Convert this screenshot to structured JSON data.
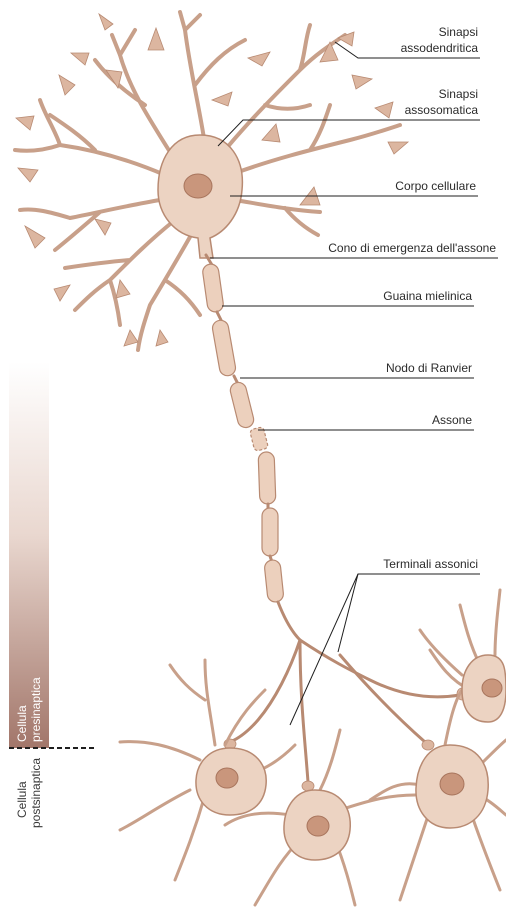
{
  "labels": {
    "sinapsi_assodendritica_1": "Sinapsi",
    "sinapsi_assodendritica_2": "assodendritica",
    "sinapsi_assosomatica_1": "Sinapsi",
    "sinapsi_assosomatica_2": "assosomatica",
    "corpo_cellulare": "Corpo cellulare",
    "cono_emergenza": "Cono di emergenza dell'assone",
    "guaina_mielinica": "Guaina mielinica",
    "nodo_ranvier": "Nodo di Ranvier",
    "assone": "Assone",
    "terminali_assonici": "Terminali assonici"
  },
  "sidebar": {
    "presinaptica_1": "Cellula",
    "presinaptica_2": "presinaptica",
    "postsinaptica_1": "Cellula",
    "postsinaptica_2": "postsinaptica"
  },
  "colors": {
    "cell_fill": "#ecd3c2",
    "cell_stroke": "#b88a72",
    "nucleus": "#c9967c",
    "bar_top": "#ffffff",
    "bar_bottom": "#a2766a"
  }
}
